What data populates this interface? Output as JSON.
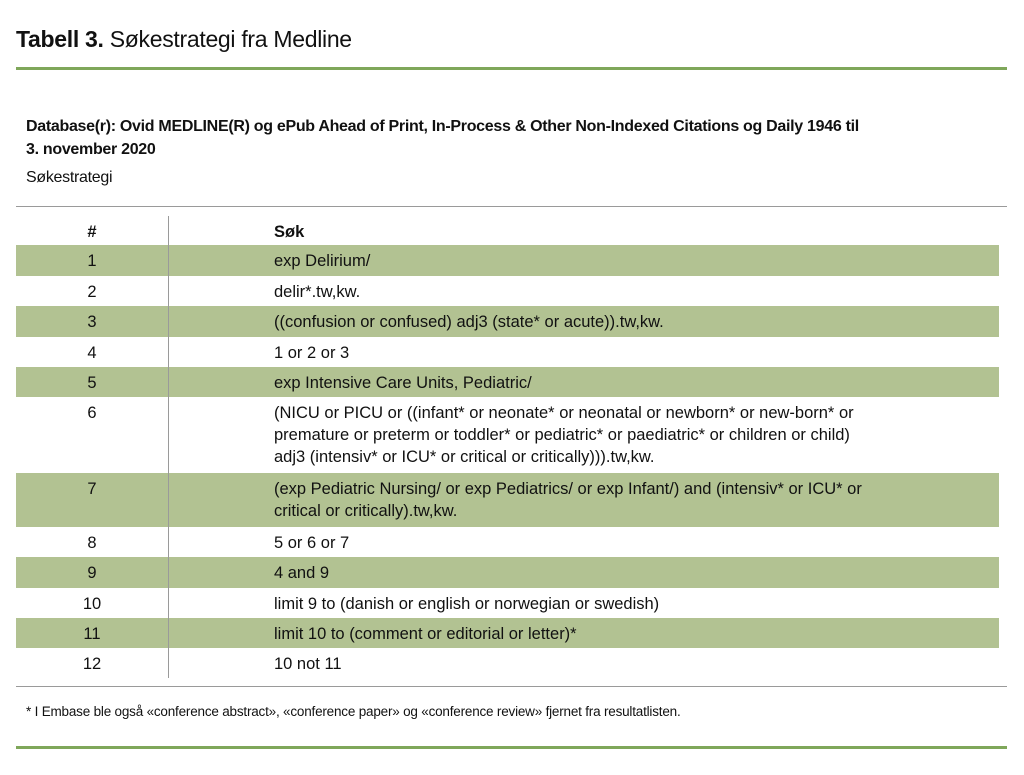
{
  "title": {
    "bold": "Tabell 3.",
    "text": " Søkestrategi fra Medline"
  },
  "database": "Database(r): Ovid MEDLINE(R) og ePub Ahead of Print, In-Process & Other Non-Indexed Citations og Daily 1946 til 3. november 2020",
  "subtitle": "Søkestrategi",
  "table": {
    "headers": {
      "num": "#",
      "query": "Søk"
    },
    "rows": [
      {
        "num": "1",
        "query": "exp Delirium/"
      },
      {
        "num": "2",
        "query": "delir*.tw,kw."
      },
      {
        "num": "3",
        "query": "((confusion or confused) adj3 (state* or acute)).tw,kw."
      },
      {
        "num": "4",
        "query": "1 or 2 or 3"
      },
      {
        "num": "5",
        "query": "exp Intensive Care Units, Pediatric/"
      },
      {
        "num": "6",
        "query": "(NICU or PICU or ((infant* or neonate* or neonatal or newborn* or new-born* or premature or preterm or toddler* or pediatric* or paediatric* or children or child) adj3 (intensiv* or ICU* or critical or critically))).tw,kw."
      },
      {
        "num": "7",
        "query": "(exp Pediatric Nursing/ or exp Pediatrics/ or exp Infant/) and (intensiv* or ICU* or critical or critically).tw,kw."
      },
      {
        "num": "8",
        "query": "5 or 6 or 7"
      },
      {
        "num": "9",
        "query": "4 and 9"
      },
      {
        "num": "10",
        "query": "limit 9 to (danish or english or norwegian or swedish)"
      },
      {
        "num": "11",
        "query": "limit 10 to (comment or editorial or letter)*"
      },
      {
        "num": "12",
        "query": "10 not 11"
      }
    ]
  },
  "footnote": "* I Embase ble også «conference abstract», «conference paper» og «conference review» fjernet fra resultatlisten.",
  "colors": {
    "accent_rule": "#7fa75a",
    "row_shade": "#b2c292",
    "grey_rule": "#9a9a9a"
  }
}
